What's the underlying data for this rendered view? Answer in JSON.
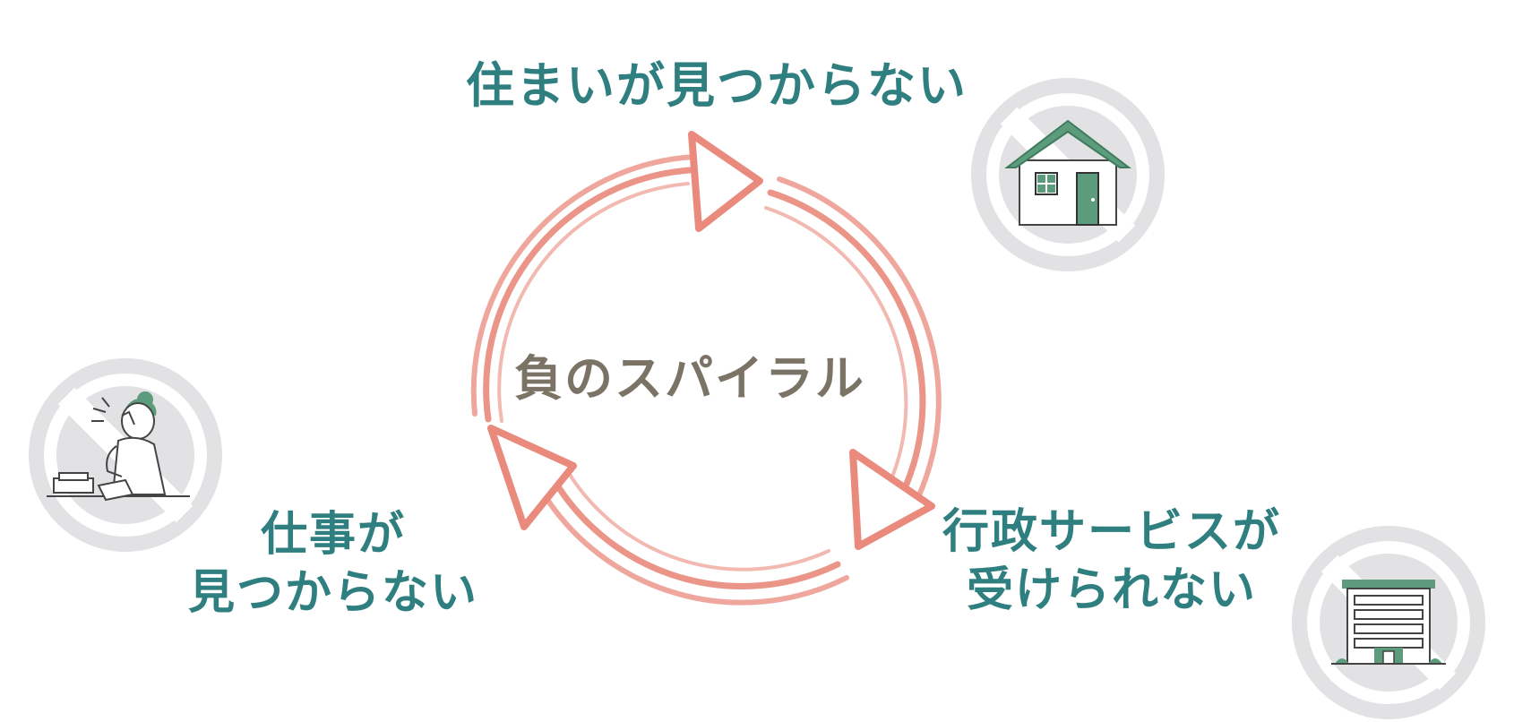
{
  "diagram": {
    "center_label": "負のスパイラル",
    "nodes": [
      {
        "id": "housing",
        "lines": [
          "住まいが見つからない"
        ],
        "icon": "no-house-icon"
      },
      {
        "id": "services",
        "lines": [
          "行政サービスが",
          "受けられない"
        ],
        "icon": "no-government-building-icon"
      },
      {
        "id": "job",
        "lines": [
          "仕事が",
          "見つからない"
        ],
        "icon": "no-job-person-icon"
      }
    ]
  },
  "colors": {
    "label": "#2f7f80",
    "arrow": "#e98a7c",
    "ban_circle": "#e2e2e4",
    "icon_green": "#5c9c7c",
    "center_text": "#7b7365"
  }
}
